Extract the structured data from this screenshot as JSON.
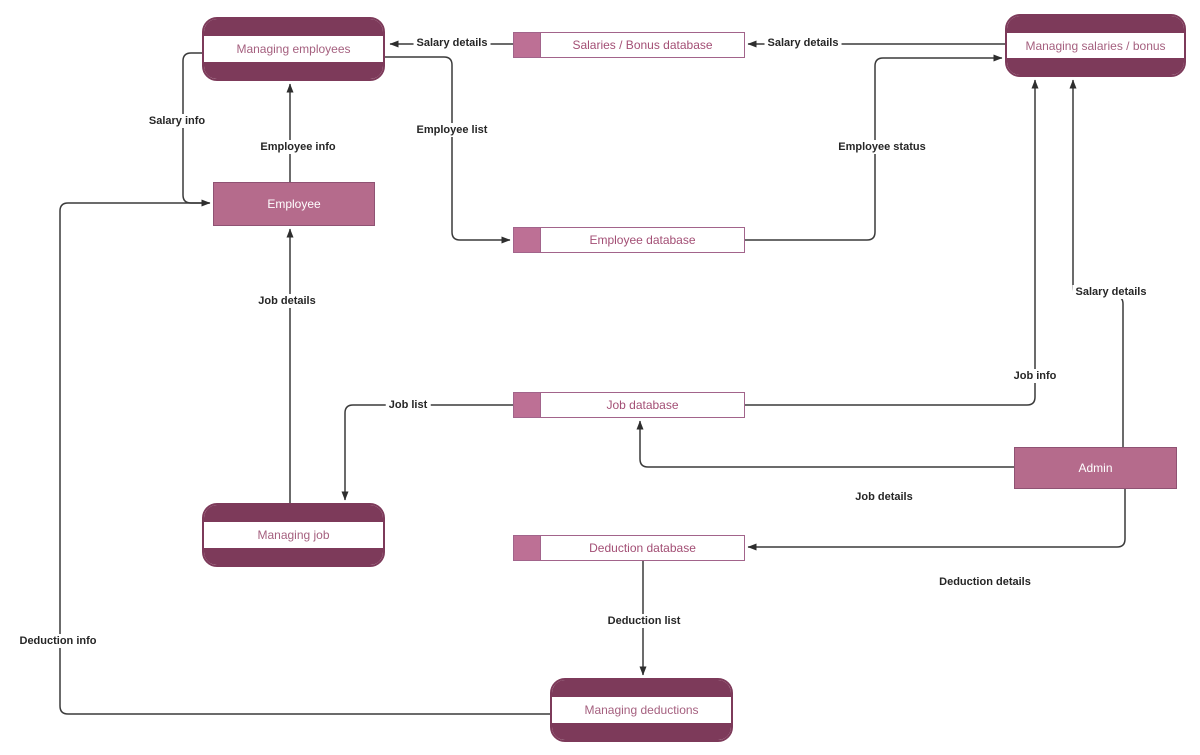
{
  "diagram": {
    "palette": {
      "process_band": "#7d3a5a",
      "process_text": "#a5607f",
      "entity_fill": "#b56b8c",
      "entity_text": "#ffffff",
      "datastore_key_fill": "#bd7095",
      "datastore_border": "#a2648b",
      "datastore_text": "#a34f75",
      "wire_color": "#3a3a3a",
      "flow_label_text": "#262626",
      "background": "#ffffff"
    },
    "processes": [
      {
        "id": "managing-employees",
        "label": "Managing employees"
      },
      {
        "id": "managing-salaries-bonus",
        "label": "Managing salaries / bonus"
      },
      {
        "id": "managing-job",
        "label": "Managing job"
      },
      {
        "id": "managing-deductions",
        "label": "Managing deductions"
      }
    ],
    "entities": [
      {
        "id": "employee",
        "label": "Employee"
      },
      {
        "id": "admin",
        "label": "Admin"
      }
    ],
    "datastores": [
      {
        "id": "salaries-bonus-database",
        "label": "Salaries / Bonus database"
      },
      {
        "id": "employee-database",
        "label": "Employee database"
      },
      {
        "id": "job-database",
        "label": "Job database"
      },
      {
        "id": "deduction-database",
        "label": "Deduction database"
      }
    ],
    "flows": [
      {
        "label": "Salary details",
        "from": "Salaries / Bonus database",
        "to": "Managing employees"
      },
      {
        "label": "Salary details",
        "from": "Managing salaries / bonus",
        "to": "Salaries / Bonus database"
      },
      {
        "label": "Salary info",
        "from": "Managing employees",
        "to": "Employee"
      },
      {
        "label": "Employee info",
        "from": "Employee",
        "to": "Managing employees"
      },
      {
        "label": "Employee list",
        "from": "Managing employees",
        "to": "Employee database"
      },
      {
        "label": "Employee status",
        "from": "Employee database",
        "to": "Managing salaries / bonus"
      },
      {
        "label": "Job details",
        "from": "Managing job",
        "to": "Employee"
      },
      {
        "label": "Salary details",
        "from": "Admin",
        "to": "Managing salaries / bonus"
      },
      {
        "label": "Job info",
        "from": "Job database",
        "to": "Managing salaries / bonus"
      },
      {
        "label": "Job list",
        "from": "Job database",
        "to": "Managing job"
      },
      {
        "label": "Job details",
        "from": "Admin",
        "to": "Job database"
      },
      {
        "label": "Deduction details",
        "from": "Admin",
        "to": "Deduction database"
      },
      {
        "label": "Deduction list",
        "from": "Deduction database",
        "to": "Managing deductions"
      },
      {
        "label": "Deduction info",
        "from": "Managing deductions",
        "to": "Employee"
      }
    ]
  }
}
